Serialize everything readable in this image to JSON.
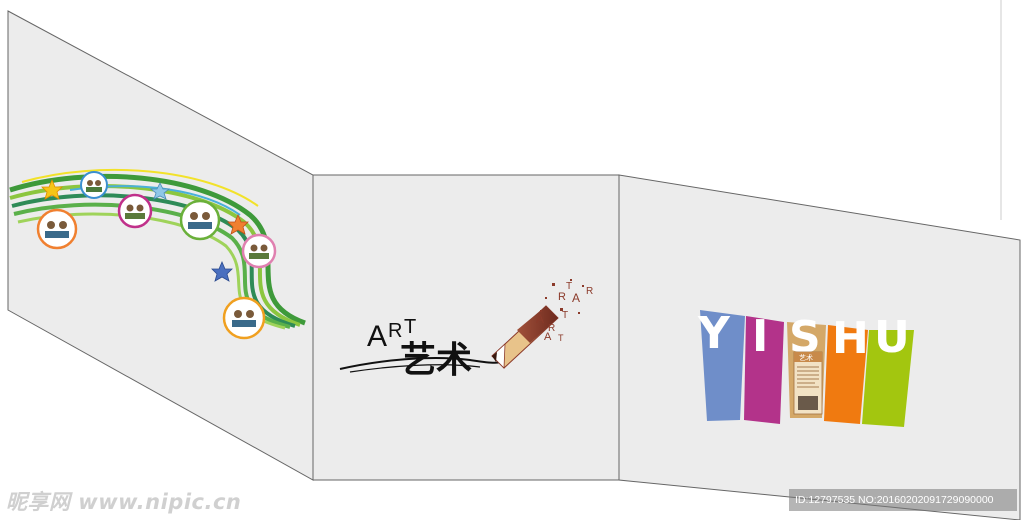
{
  "center_panel": {
    "art_letters": {
      "a": "A",
      "r": "R",
      "t": "T"
    },
    "art_chinese": "艺术",
    "scatter_letters": [
      "A",
      "R",
      "T",
      "A",
      "R",
      "T",
      "R",
      "A",
      "T"
    ]
  },
  "right_panel": {
    "letters": [
      "Y",
      "I",
      "S",
      "H",
      "U"
    ],
    "colors": [
      "#6f8ec9",
      "#b3338a",
      "#d4a868",
      "#f07a10",
      "#a3c60f"
    ],
    "small_caption": "艺术"
  },
  "watermark": {
    "site": "昵享网 www.nipic.cn",
    "id_text": "ID:12797535 NO:20160202091729090000"
  },
  "colors": {
    "panel_fill": "#ececec",
    "panel_stroke": "#666666",
    "pencil_brown": "#8b3a2a",
    "pencil_wood": "#e8c38a"
  }
}
